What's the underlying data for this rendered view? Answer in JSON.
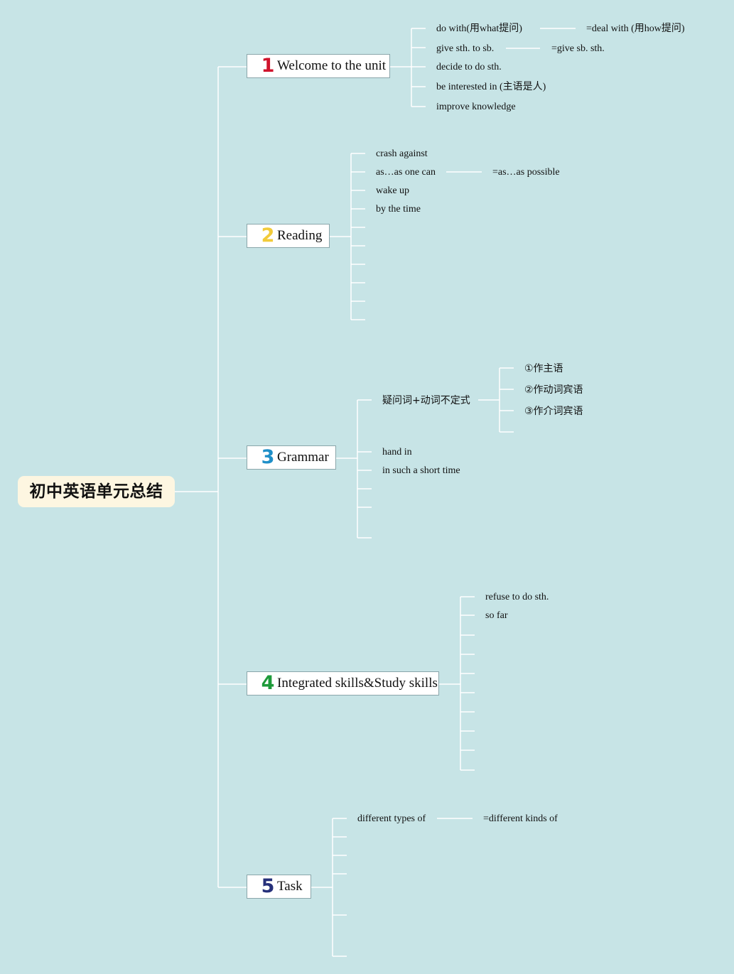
{
  "root": {
    "title": "初中英语单元总结"
  },
  "sections": [
    {
      "number": "1",
      "label": "Welcome to the unit",
      "number_color": "#d0142c",
      "items": [
        "do with(用what提问)",
        "=deal with (用how提问)",
        "give sth. to sb.",
        "=give sb. sth.",
        "decide to do sth.",
        "be interested in (主语是人)",
        "improve knowledge"
      ]
    },
    {
      "number": "2",
      "label": "Reading",
      "number_color": "#f2cb3a",
      "items": [
        "crash against",
        "as…as one can",
        "=as…as possible",
        "wake up",
        "by the time"
      ]
    },
    {
      "number": "3",
      "label": "Grammar",
      "number_color": "#1f8fc8",
      "items": [
        "疑问词+动词不定式",
        "①作主语",
        "②作动词宾语",
        "③作介词宾语",
        "hand in",
        "in such a short time"
      ]
    },
    {
      "number": "4",
      "label": "Integrated skills&Study skills",
      "number_color": "#1e9a3a",
      "items": [
        "refuse to do sth.",
        "so far"
      ]
    },
    {
      "number": "5",
      "label": "Task",
      "number_color": "#26307a",
      "items": [
        "different types of",
        "=different kinds of"
      ]
    }
  ]
}
